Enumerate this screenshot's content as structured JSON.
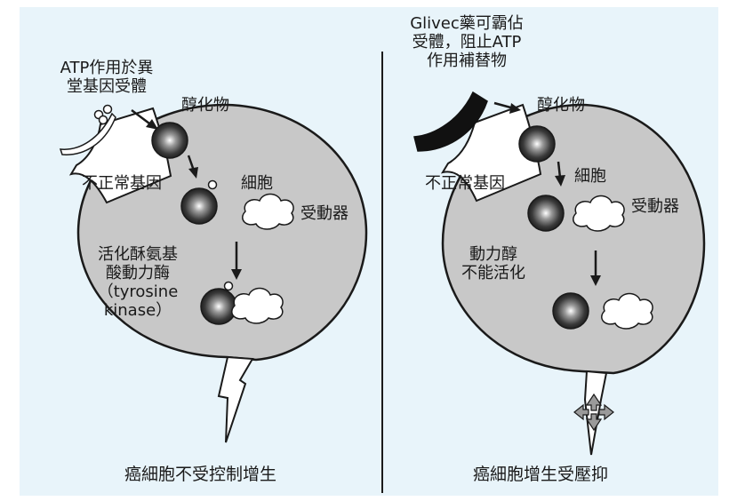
{
  "left": {
    "atp_text": "ATP作用於異\n堂基因受體",
    "enzyme": "醇化物",
    "abnormal_gene": "不正常基因",
    "cell": "細胞",
    "effector": "受動器",
    "kinase": "活化酥氨基\n酸動力酶\n（tyrosine\nkinase）",
    "caption": "癌細胞不受控制增生"
  },
  "right": {
    "glivec_text": "Glivec藥可霸佔\n受體，阻止ATP\n作用補替物",
    "enzyme": "醇化物",
    "abnormal_gene": "不正常基因",
    "cell": "細胞",
    "effector": "受動器",
    "cannot_activate": "動力醇\n不能活化",
    "caption": "癌細胞增生受壓抑"
  },
  "colors": {
    "background": "#e8f4fa",
    "cell_fill": "#c8c8c8",
    "line": "#1a1a1a",
    "drug": "#111111"
  }
}
